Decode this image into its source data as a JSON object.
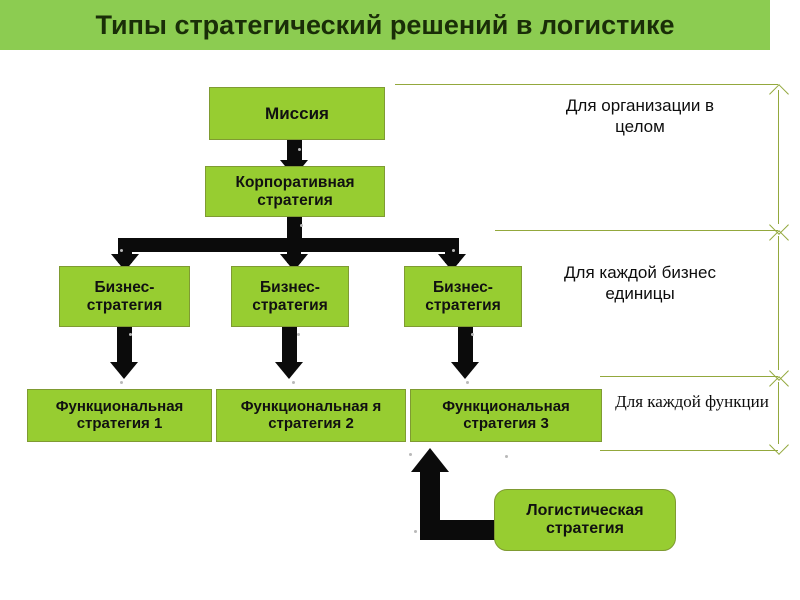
{
  "slide": {
    "title": "Типы стратегический решений в логистике",
    "background_color": "#ffffff",
    "header_color": "#8ccc51",
    "box_color": "#97cd31",
    "box_border_color": "#7f9b32",
    "connector_color": "#0b0b0b",
    "bracket_color": "#93a83d"
  },
  "nodes": {
    "mission": {
      "label": "Миссия"
    },
    "corporate": {
      "label": "Корпоративная стратегия"
    },
    "business": [
      {
        "label": "Бизнес-стратегия"
      },
      {
        "label": "Бизнес-стратегия"
      },
      {
        "label": "Бизнес-стратегия"
      }
    ],
    "functional": [
      {
        "label": "Функциональная стратегия 1"
      },
      {
        "label": "Функциональная я стратегия 2"
      },
      {
        "label": "Функциональная стратегия 3"
      }
    ],
    "logistics": {
      "label": "Логистическая стратегия"
    }
  },
  "scope_labels": [
    {
      "text": "Для организации в целом"
    },
    {
      "text": "Для каждой бизнес единицы"
    },
    {
      "text": "Для каждой функции"
    }
  ]
}
